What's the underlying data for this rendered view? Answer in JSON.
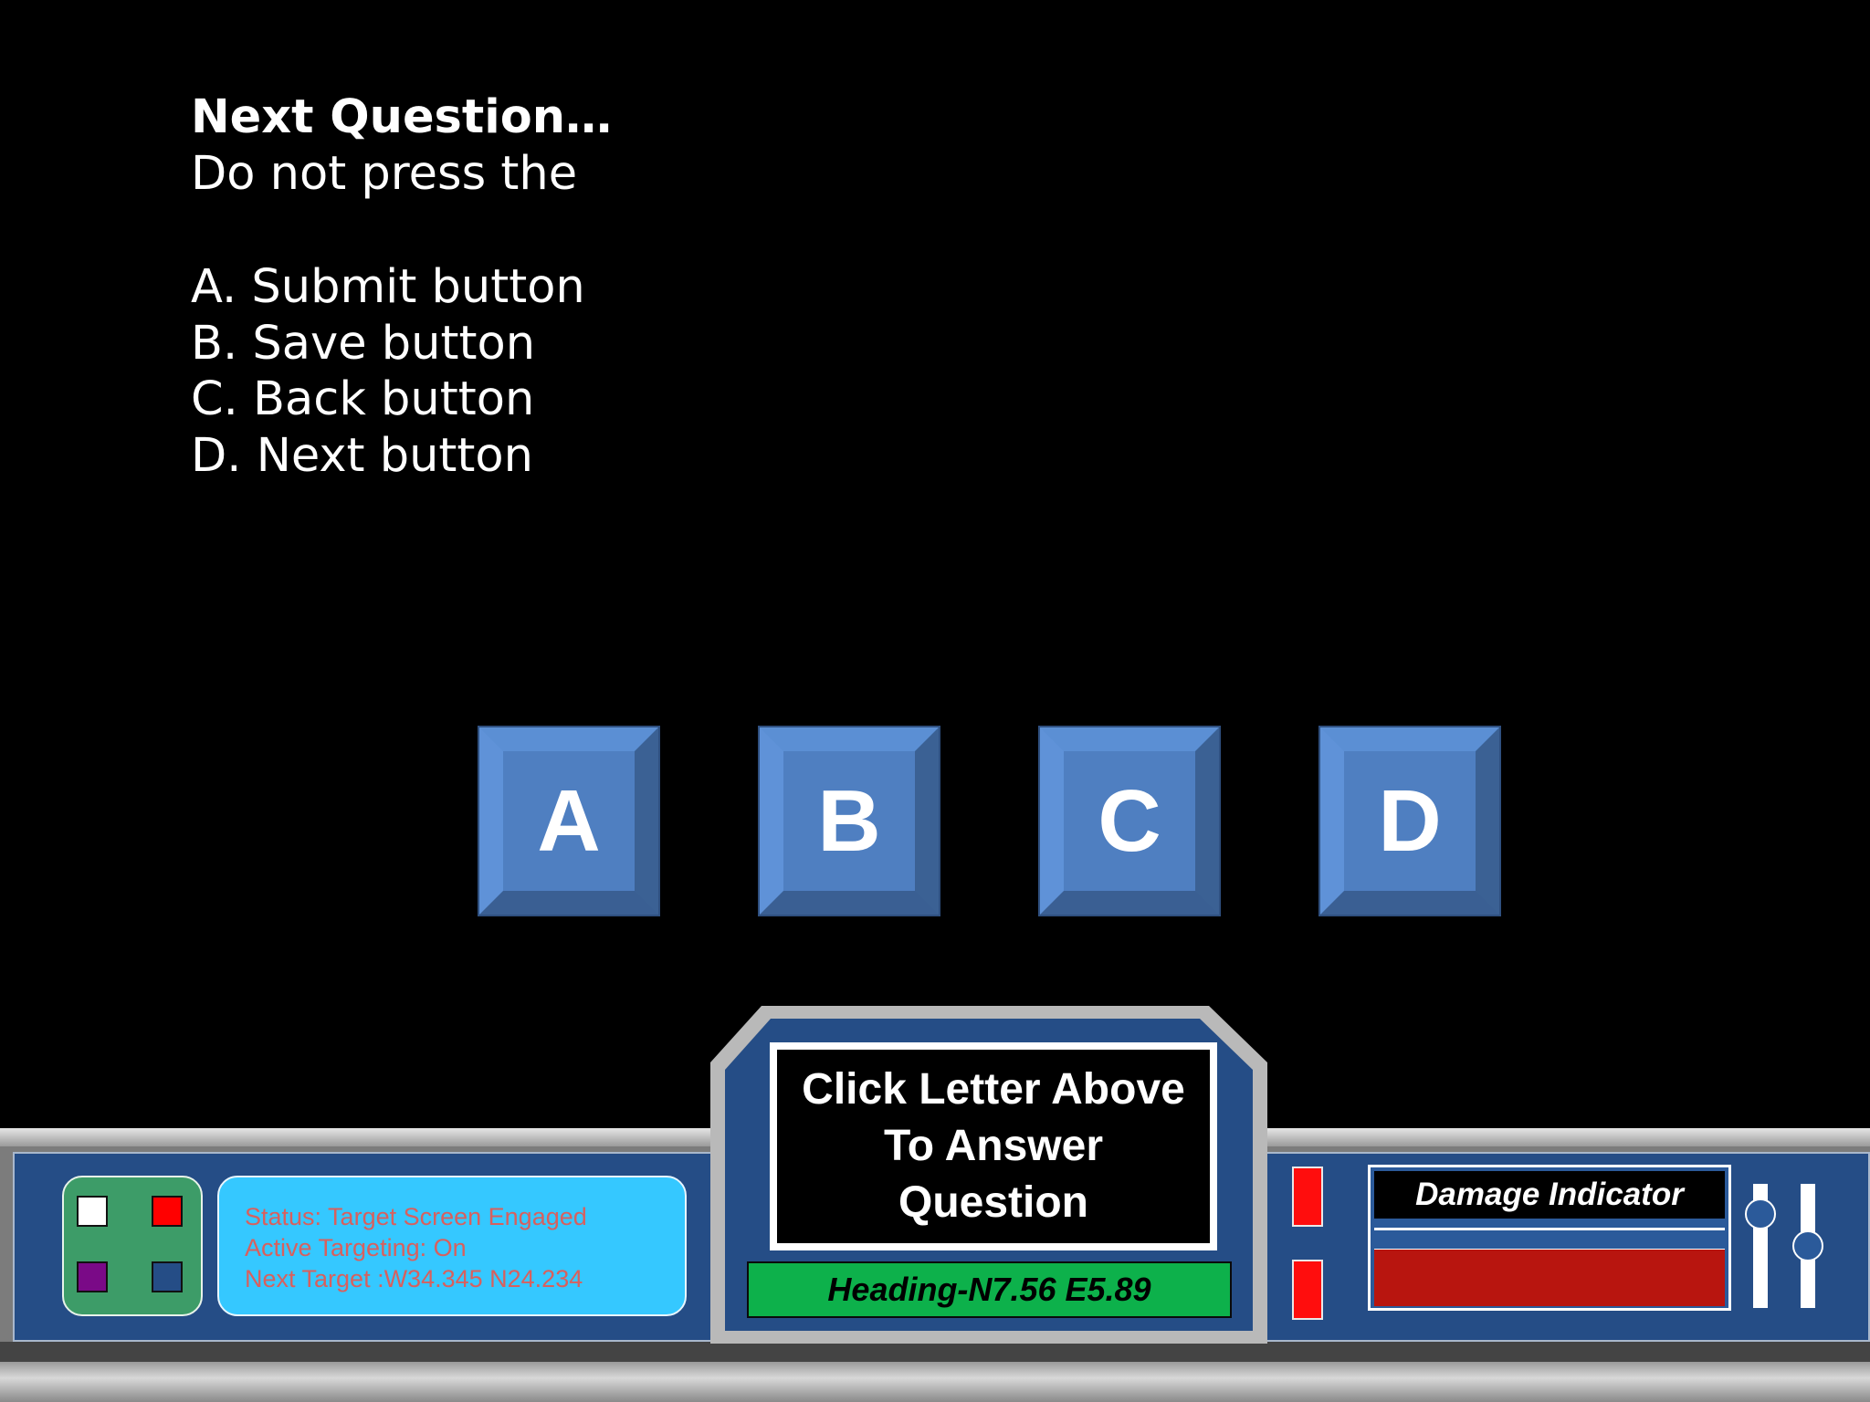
{
  "question": {
    "heading": "Next Question…",
    "prompt": "Do not press the",
    "options": [
      "A. Submit button",
      "B. Save button",
      "C. Back button",
      "D. Next button"
    ]
  },
  "answer_keys": [
    "A",
    "B",
    "C",
    "D"
  ],
  "console": {
    "status_lines": [
      "Status: Target Screen Engaged",
      "Active Targeting: On",
      "Next Target :W34.345 N24.234"
    ],
    "indicator_lights": [
      "#ffffff",
      "#ff0000",
      "#7a0a87",
      "#254d86"
    ],
    "screen_lines": [
      "Click Letter Above",
      "To Answer",
      "Question"
    ],
    "heading_readout": "Heading-N7.56 E5.89",
    "damage_label": "Damage Indicator",
    "damage_level": 1.0
  }
}
